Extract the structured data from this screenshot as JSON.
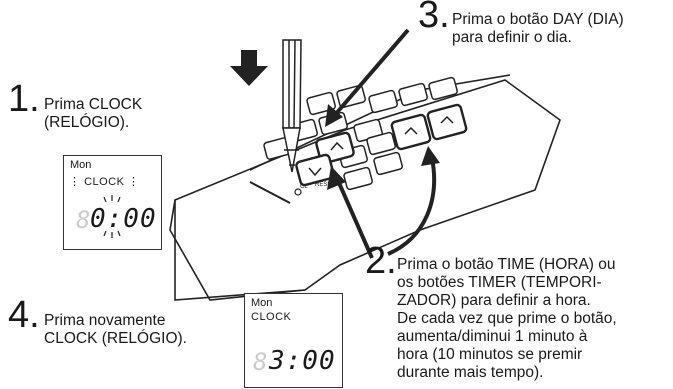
{
  "steps": [
    {
      "number": "1",
      "text_lines": [
        "Prima CLOCK",
        "(RELÓGIO)."
      ]
    },
    {
      "number": "2",
      "text_lines": [
        "Prima o botão TIME (HORA) ou",
        "os botões TIMER (TEMPORI-",
        "ZADOR) para definir a hora."
      ],
      "note_lines": [
        "De cada vez que prime o botão,",
        "aumenta/diminui 1 minuto à",
        "hora (10 minutos se premir",
        "durante mais tempo)."
      ]
    },
    {
      "number": "3",
      "text_lines": [
        "Prima o botão DAY (DIA)",
        "para definir o dia."
      ]
    },
    {
      "number": "4",
      "text_lines": [
        "Prima novamente",
        "CLOCK (RELÓGIO)."
      ]
    }
  ],
  "display_1": {
    "day": "Mon",
    "mode": "CLOCK",
    "time": "0:00"
  },
  "display_4": {
    "day": "Mon",
    "mode": "CLOCK",
    "time": "3:00"
  }
}
